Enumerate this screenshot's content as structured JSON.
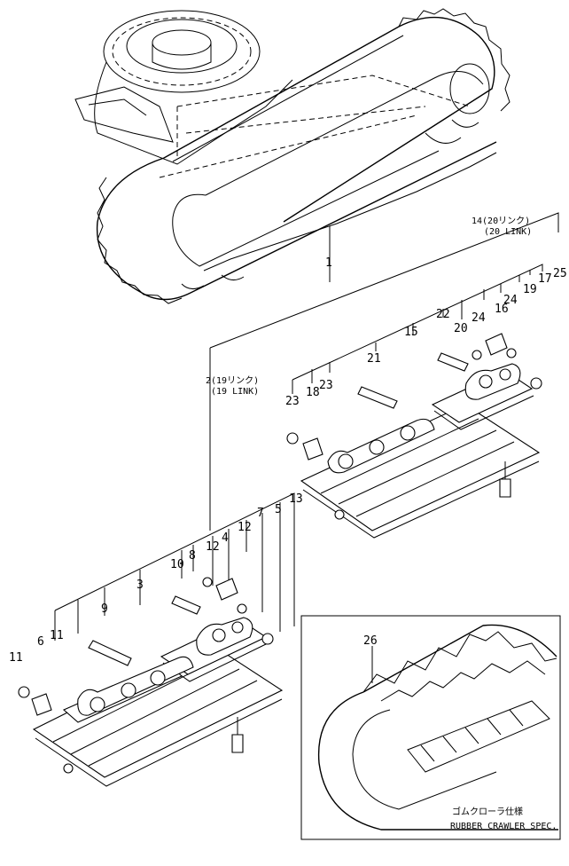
{
  "labels": {
    "p1": "1",
    "p2": "2(19リンク)",
    "p2_en": "(19 LINK)",
    "p3": "3",
    "p4": "4",
    "p5": "5",
    "p6": "6",
    "p7": "7",
    "p8": "8",
    "p9": "9",
    "p10": "10",
    "p11a": "11",
    "p11b": "11",
    "p12a": "12",
    "p12b": "12",
    "p13": "13",
    "p14": "14(20リンク)",
    "p14_en": "(20 LINK)",
    "p15": "15",
    "p16": "16",
    "p17": "17",
    "p18": "18",
    "p19": "19",
    "p20": "20",
    "p21": "21",
    "p22": "22",
    "p23a": "23",
    "p23b": "23",
    "p24a": "24",
    "p24b": "24",
    "p25": "25",
    "p26": "26"
  },
  "inset": {
    "caption_jp": "ゴムクローラ仕様",
    "caption_en": "RUBBER CRAWLER SPEC."
  }
}
